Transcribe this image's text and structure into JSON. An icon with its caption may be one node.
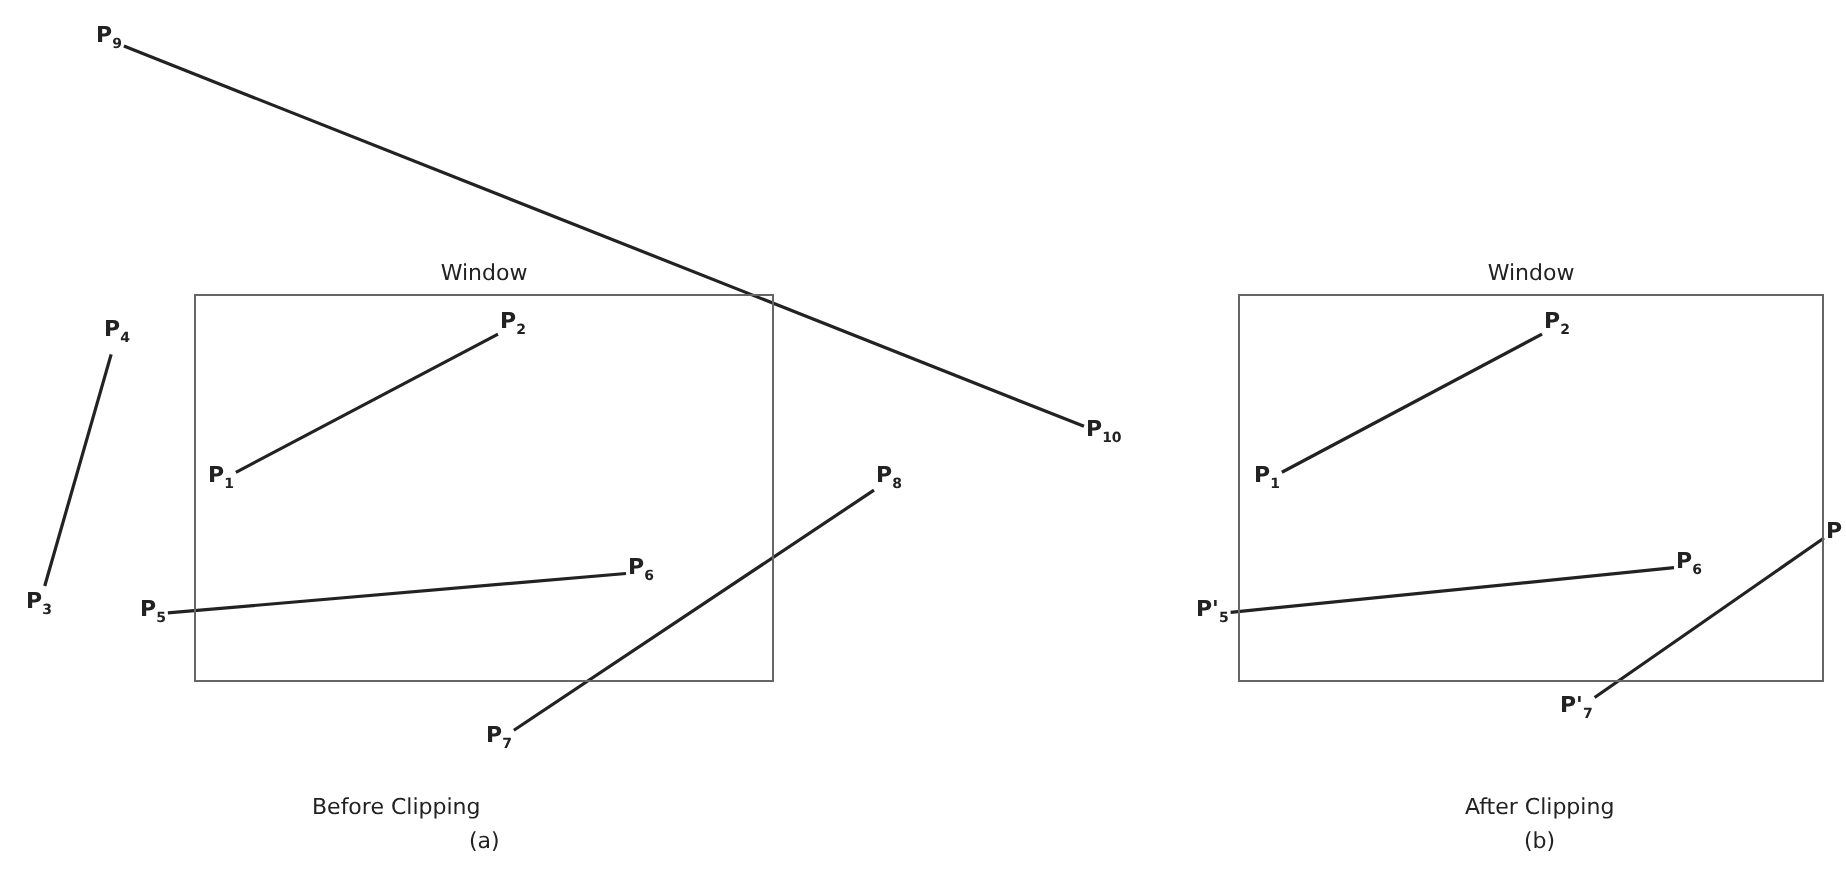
{
  "diagram": {
    "nodes": [
      {
        "text": [
          "Window"
        ]
      },
      {
        "text": [
          "P$_{1}$"
        ],
        "in": 0
      },
      {
        "text": [
          "P$_{2}$"
        ],
        "in": 0
      },
      {
        "text": [
          "P$_{3}$"
        ]
      },
      {
        "text": [
          "P$_{4}$"
        ]
      },
      {
        "text": [
          "P$_{5}$"
        ]
      },
      {
        "text": [
          "P$_{6}$"
        ],
        "in": 0
      },
      {
        "text": [
          "P$_{7}$"
        ]
      },
      {
        "text": [
          "P$_{8}$"
        ]
      },
      {
        "text": [
          "P$_{9}$"
        ]
      },
      {
        "text": [
          "P$_{10}$"
        ]
      },
      {
        "text": [
          "Window"
        ]
      },
      {
        "text": [
          "P$_{1}$"
        ],
        "in": 11
      },
      {
        "text": [
          "P$_{2}$"
        ],
        "in": 11
      },
      {
        "text": [
          "P'$_{5}$"
        ]
      },
      {
        "text": [
          "P$_{6}$"
        ],
        "in": 11
      },
      {
        "text": [
          "P'$_{7}$"
        ]
      },
      {
        "text": [
          "P"
        ]
      }
    ],
    "edges": [
      {
        "from": 1,
        "to": 2,
        "arrow": "none"
      },
      {
        "from": 3,
        "to": 4,
        "arrow": "none"
      },
      {
        "from": 5,
        "to": 6,
        "arrow": "none"
      },
      {
        "from": 7,
        "to": 8,
        "arrow": "none"
      },
      {
        "from": 9,
        "to": 10,
        "arrow": "none"
      },
      {
        "from": 12,
        "to": 13,
        "arrow": "none"
      },
      {
        "from": 14,
        "to": 15,
        "arrow": "none"
      },
      {
        "from": 16,
        "to": 17,
        "arrow": "none"
      }
    ],
    "labels": [
      "Before Clipping",
      "(a)",
      "After Clipping",
      "(b)"
    ]
  }
}
